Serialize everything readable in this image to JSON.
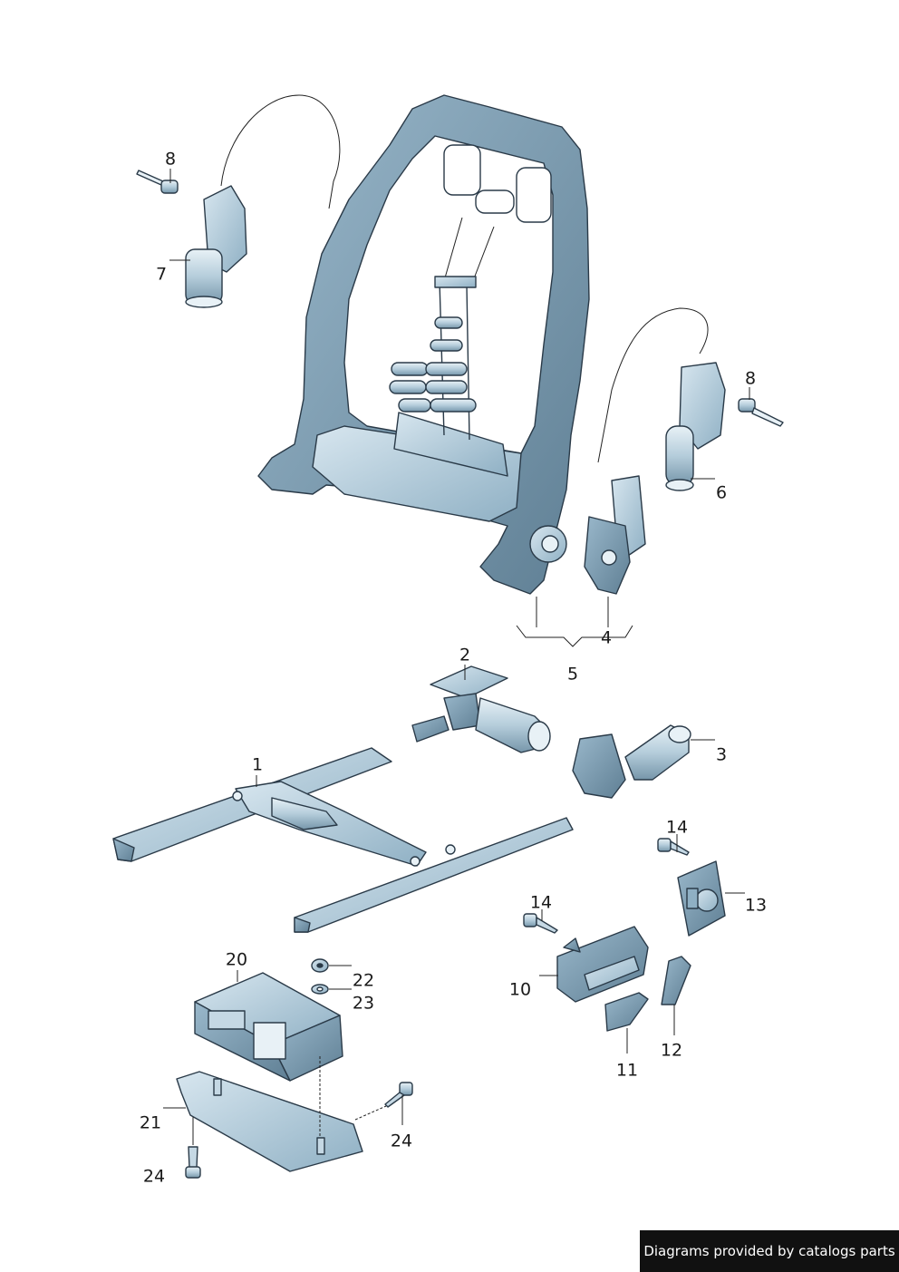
{
  "callouts": [
    {
      "id": "1",
      "text": "1"
    },
    {
      "id": "2",
      "text": "2"
    },
    {
      "id": "3",
      "text": "3"
    },
    {
      "id": "4",
      "text": "4"
    },
    {
      "id": "5",
      "text": "5"
    },
    {
      "id": "6",
      "text": "6"
    },
    {
      "id": "7",
      "text": "7"
    },
    {
      "id": "8a",
      "text": "8"
    },
    {
      "id": "8b",
      "text": "8"
    },
    {
      "id": "10",
      "text": "10"
    },
    {
      "id": "11",
      "text": "11"
    },
    {
      "id": "12",
      "text": "12"
    },
    {
      "id": "13",
      "text": "13"
    },
    {
      "id": "14a",
      "text": "14"
    },
    {
      "id": "14b",
      "text": "14"
    },
    {
      "id": "20",
      "text": "20"
    },
    {
      "id": "21",
      "text": "21"
    },
    {
      "id": "22",
      "text": "22"
    },
    {
      "id": "23",
      "text": "23"
    },
    {
      "id": "24a",
      "text": "24"
    },
    {
      "id": "24b",
      "text": "24"
    }
  ],
  "banner": {
    "text": "Diagrams provided by catalogs parts"
  },
  "colors": {
    "part_light": "#c5d8e4",
    "part_mid": "#8fb0c4",
    "part_dark": "#5f7f94",
    "outline": "#2a3a48"
  }
}
